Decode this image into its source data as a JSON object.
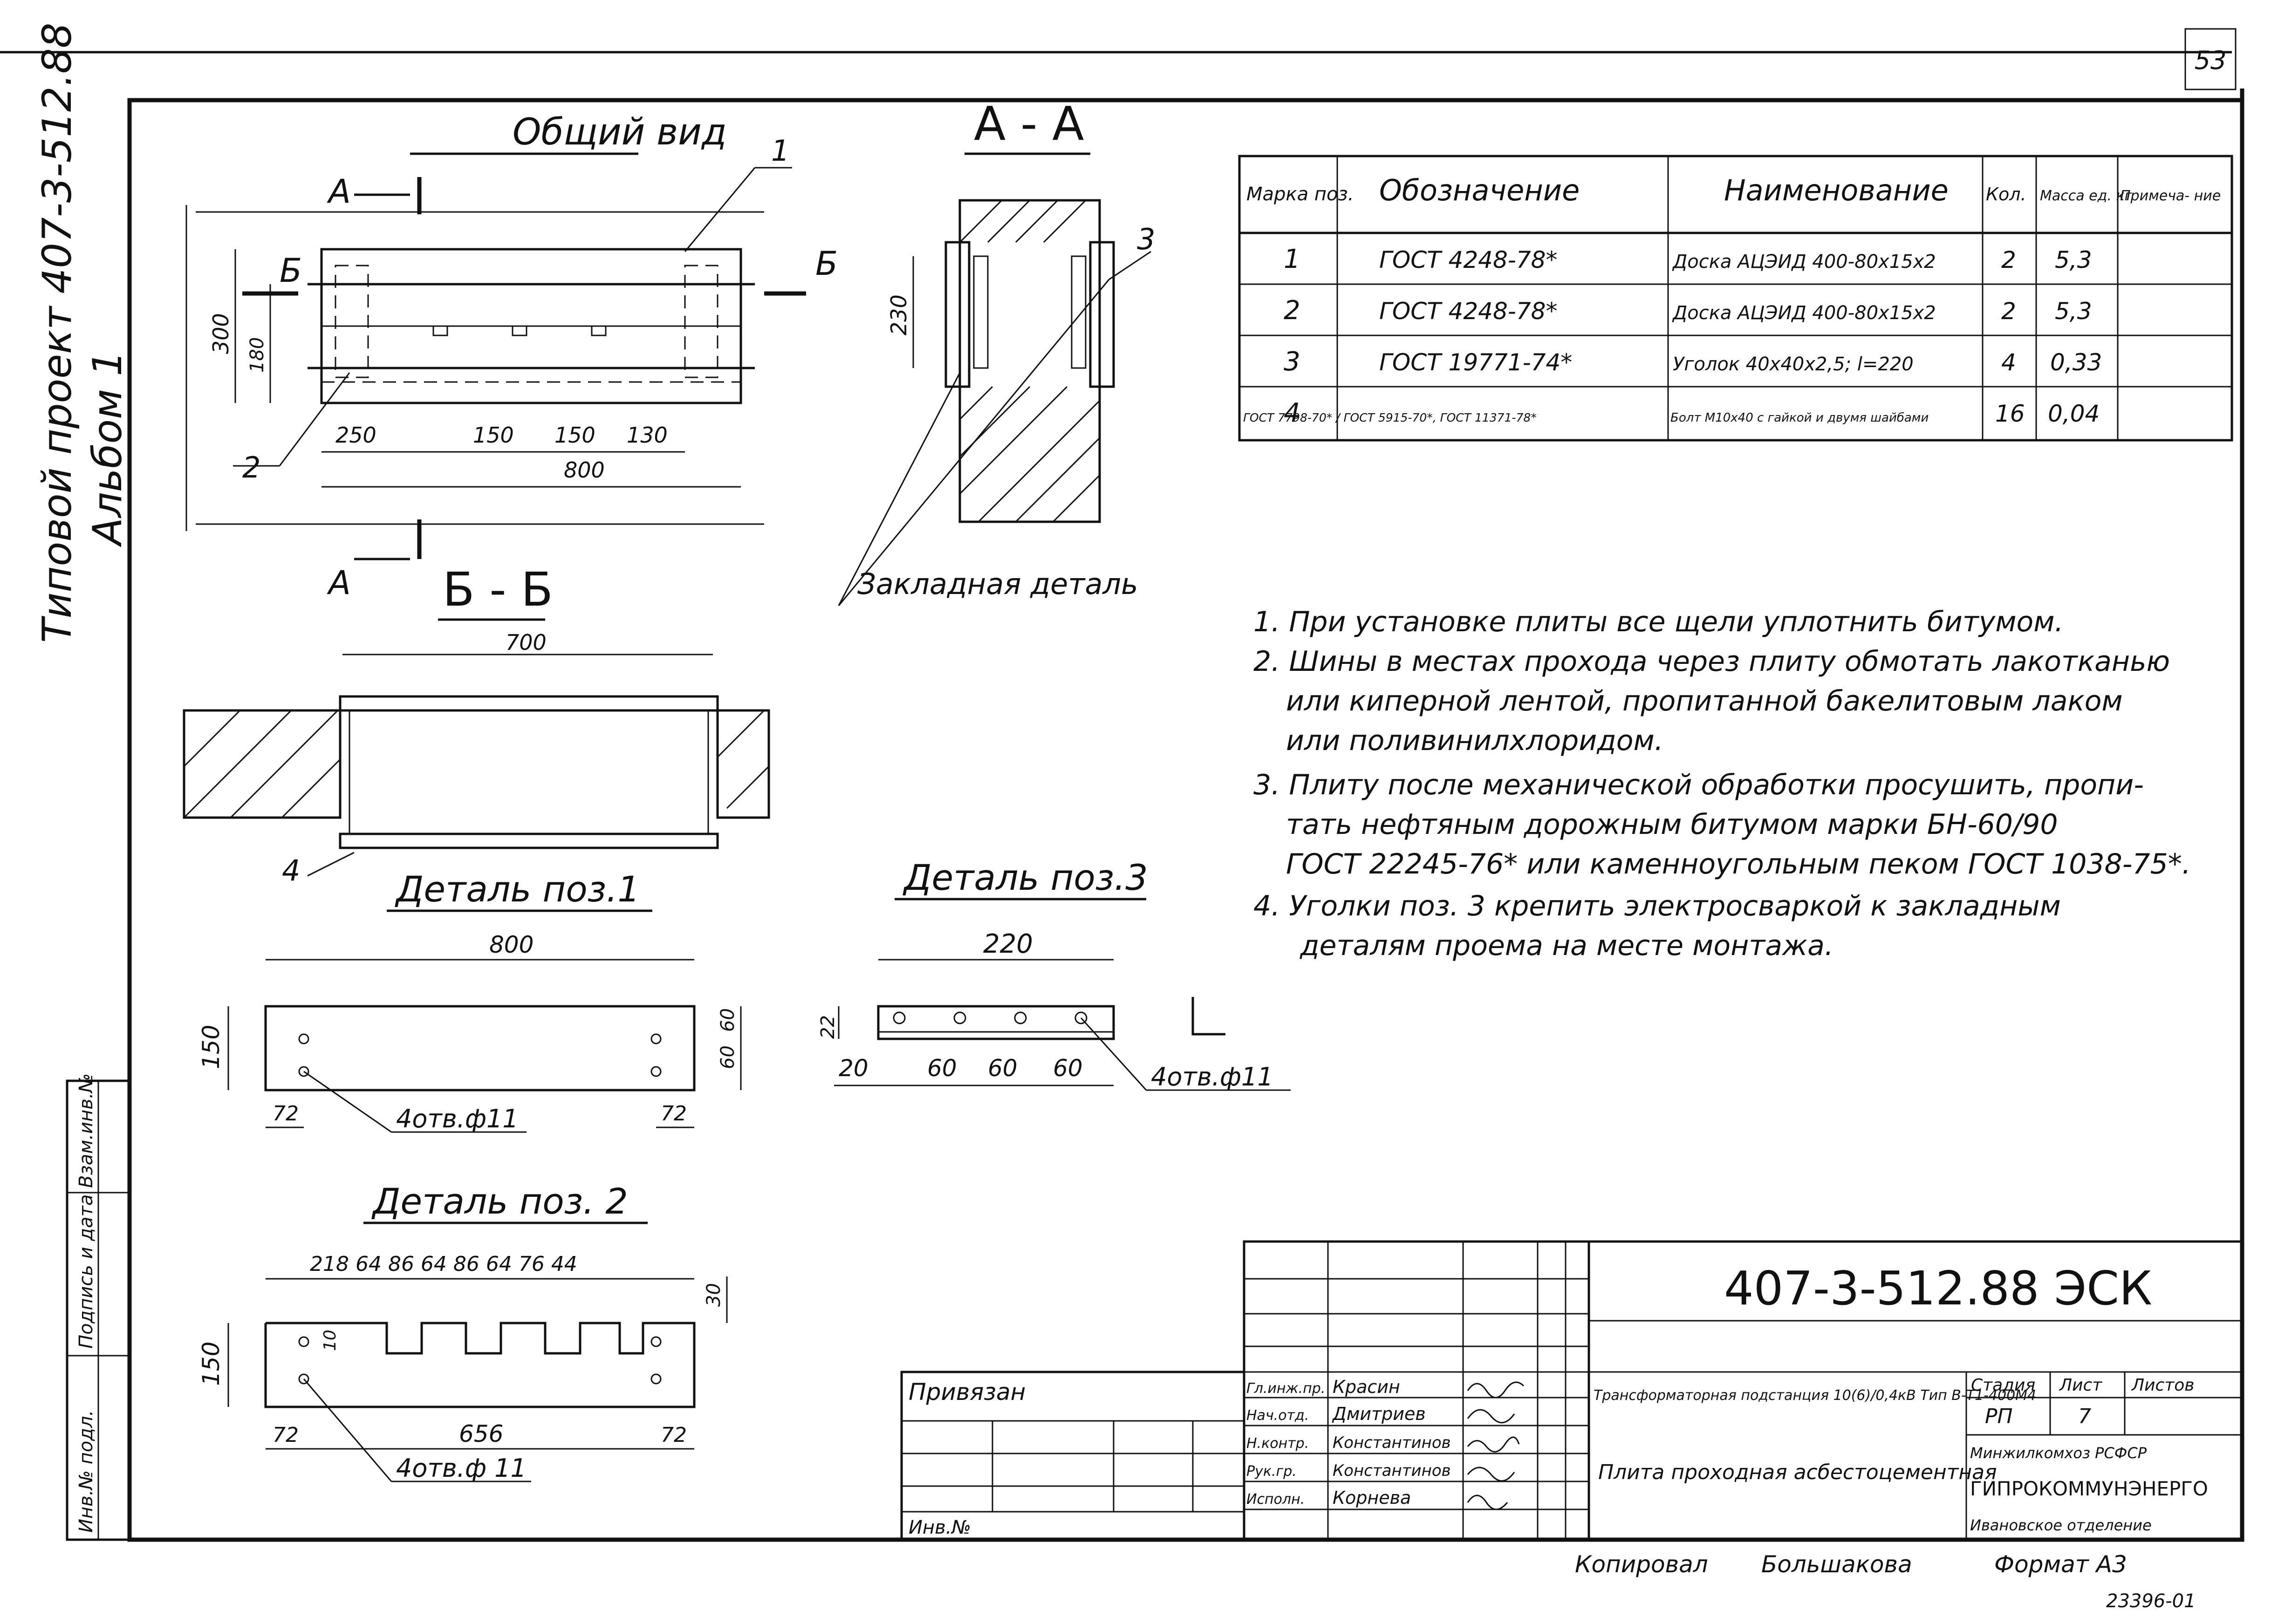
{
  "page_number": "53",
  "side_title": "Типовой проект 407-3-512.88",
  "side_album": "Альбом 1",
  "views": {
    "general": "Общий вид",
    "section_aa": "А - А",
    "section_bb": "Б - Б",
    "detail1": "Деталь поз.1",
    "detail2": "Деталь поз. 2",
    "detail3": "Деталь поз.3",
    "section_mark_a": "А",
    "section_mark_b": "Б"
  },
  "dims": {
    "d300": "300",
    "d180": "180",
    "d250": "250",
    "d150a": "150",
    "d150b": "150",
    "d130": "130",
    "d800": "800",
    "d230": "230",
    "d700": "700",
    "p1_800": "800",
    "p1_150": "150",
    "p1_72a": "72",
    "p1_72b": "72",
    "p1_60a": "60",
    "p1_60b": "60",
    "p1_holes": "4отв.ф11",
    "p3_220": "220",
    "p3_22": "22",
    "p3_20": "20",
    "p3_60a": "60",
    "p3_60b": "60",
    "p3_60c": "60",
    "p3_holes": "4отв.ф11",
    "p2_top": "218   64  86  64   86  64  76  44",
    "p2_150": "150",
    "p2_10": "10",
    "p2_30": "30",
    "p2_72a": "72",
    "p2_656": "656",
    "p2_72b": "72",
    "p2_holes": "4отв.ф 11"
  },
  "callouts": {
    "c1": "1",
    "c2": "2",
    "c3": "3",
    "c4": "4",
    "embedded": "Закладная деталь"
  },
  "spec_table": {
    "headers": [
      "Марка поз.",
      "Обозначение",
      "Наименование",
      "Кол.",
      "Масса ед. кг",
      "Примеча- ние"
    ],
    "rows": [
      {
        "mark": "1",
        "designation": "ГОСТ 4248-78*",
        "name": "Доска АЦЭИД 400-80х15х2",
        "qty": "2",
        "mass": "5,3",
        "note": ""
      },
      {
        "mark": "2",
        "designation": "ГОСТ 4248-78*",
        "name": "Доска АЦЭИД 400-80х15х2",
        "qty": "2",
        "mass": "5,3",
        "note": ""
      },
      {
        "mark": "3",
        "designation": "ГОСТ 19771-74*",
        "name": "Уголок 40х40х2,5; l=220",
        "qty": "4",
        "mass": "0,33",
        "note": ""
      },
      {
        "mark": "4",
        "designation": "ГОСТ 7798-70* / ГОСТ 5915-70*, ГОСТ 11371-78*",
        "name": "Болт М10х40 с гайкой и двумя шайбами",
        "qty": "16",
        "mass": "0,04",
        "note": ""
      }
    ]
  },
  "notes": [
    "1. При установке плиты все щели уплотнить битумом.",
    "2. Шины в местах прохода через плиту обмотать лакотканью",
    "или киперной лентой, пропитанной бакелитовым лаком",
    "или поливинилхлоридом.",
    "3. Плиту после механической обработки просушить, пропи-",
    "тать нефтяным дорожным битумом марки БН-60/90",
    "ГОСТ 22245-76* или каменноугольным пеком ГОСТ 1038-75*.",
    "4. Уголки поз. 3 крепить электросваркой к закладным",
    "деталям проема на месте монтажа."
  ],
  "title_block": {
    "code": "407-3-512.88 ЭСК",
    "project": "Трансформаторная подстанция 10(6)/0,4кВ Тип В-Т1-400М4",
    "drawing_title": "Плита проходная асбестоцементная",
    "stage_label": "Стадия",
    "sheet_label": "Лист",
    "sheets_label": "Листов",
    "stage": "РП",
    "sheet": "7",
    "sheets": "",
    "org1": "Минжилкомхоз РСФСР",
    "org2": "ГИПРОКОММУНЭНЕРГО",
    "org3": "Ивановское отделение",
    "privyazan": "Привязан",
    "inv_no": "Инв.№",
    "signers": [
      {
        "role": "Гл.инж.пр.",
        "name": "Красин"
      },
      {
        "role": "Нач.отд.",
        "name": "Дмитриев"
      },
      {
        "role": "Н.контр.",
        "name": "Константинов"
      },
      {
        "role": "Рук.гр.",
        "name": "Константинов"
      },
      {
        "role": "Исполн.",
        "name": "Корнева"
      }
    ]
  },
  "left_stamp": [
    "Инв.№ подл.",
    "Подпись и дата",
    "Взам.инв.№"
  ],
  "bottom": {
    "copied": "Копировал",
    "copier": "Большакова",
    "format": "Формат А3",
    "code": "23396-01"
  }
}
